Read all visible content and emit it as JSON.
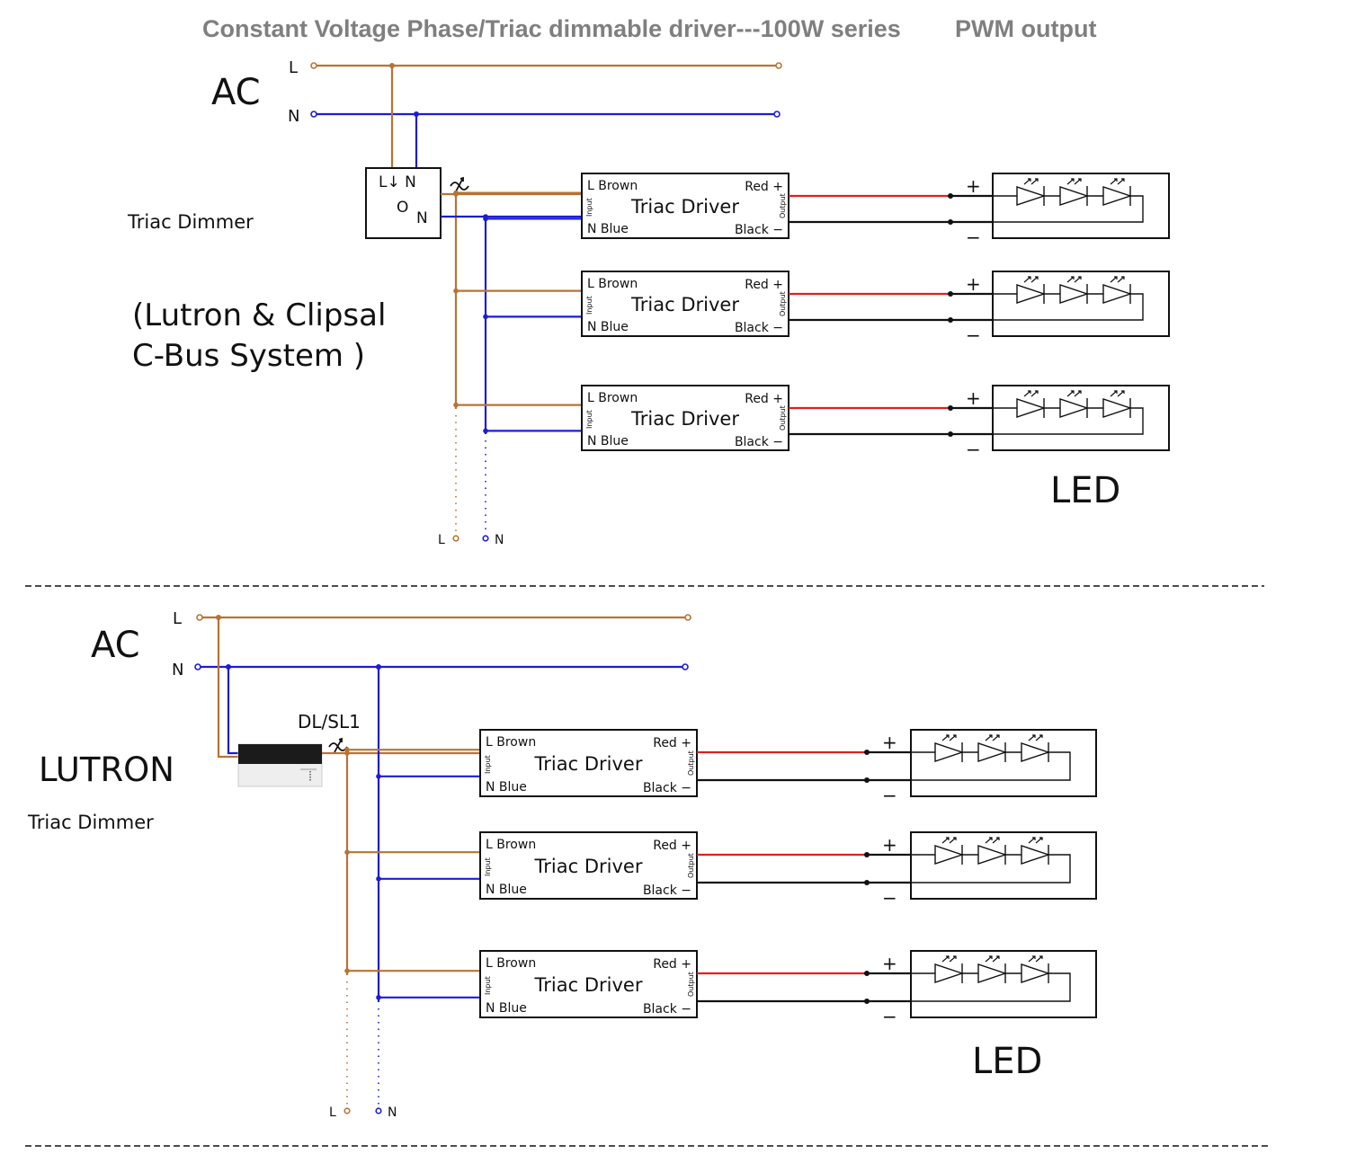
{
  "title": {
    "main": "Constant Voltage Phase/Triac dimmable driver---100W series",
    "suffix": "PWM output"
  },
  "top": {
    "ac_label": "AC",
    "l_label": "L",
    "n_label": "N",
    "dimmer_title": "Triac Dimmer",
    "dimmer_system_line1": "(Lutron & Clipsal",
    "dimmer_system_line2": "C-Bus System )",
    "dimmer_terminal_in": "L↓ N",
    "dimmer_terminal_o": "O",
    "dimmer_terminal_out": "N",
    "led_label": "LED",
    "tail_l": "L",
    "tail_n": "N"
  },
  "bottom": {
    "ac_label": "AC",
    "l_label": "L",
    "n_label": "N",
    "device_model": "DL/SL1",
    "brand": "LUTRON",
    "dimmer_title": "Triac Dimmer",
    "led_label": "LED",
    "tail_l": "L",
    "tail_n": "N"
  },
  "driver": {
    "name": "Triac Driver",
    "in_l": "L Brown",
    "in_n": "N Blue",
    "out_pos": "Red +",
    "out_neg": "Black −",
    "input_tag": "Input",
    "output_tag": "Output"
  },
  "led": {
    "plus": "+",
    "minus": "−"
  },
  "colors": {
    "live": "#b87333",
    "neutral": "#1c1cd6",
    "positive": "#e0201e",
    "negative": "#111111",
    "title": "#7f7f7f"
  }
}
